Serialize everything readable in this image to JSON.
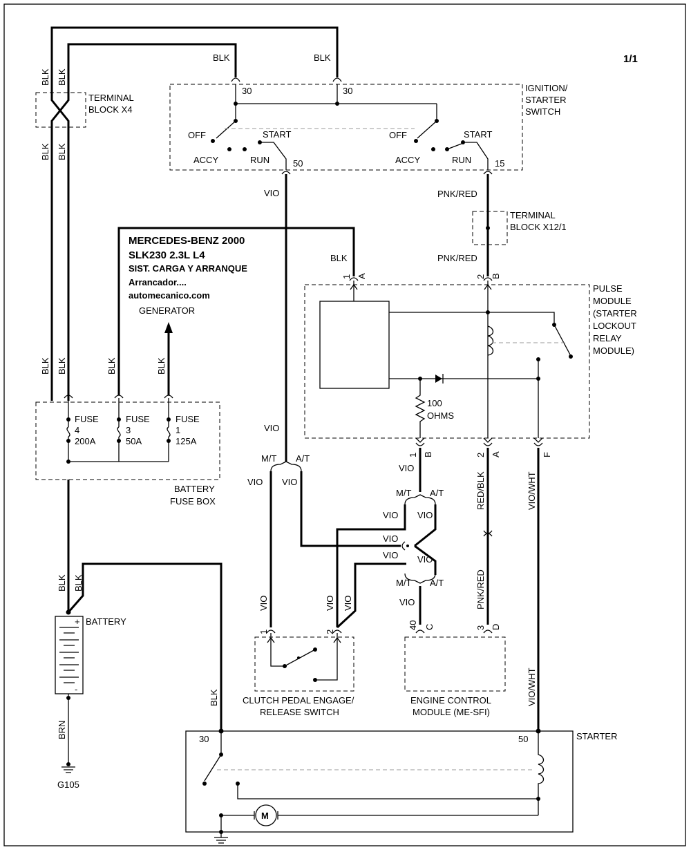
{
  "page": {
    "number": "1/1"
  },
  "title": {
    "make": "MERCEDES-BENZ 2000",
    "model": "SLK230  2.3L  L4",
    "system": "SIST. CARGA Y ARRANQUE",
    "subsystem": "Arrancador....",
    "site": "automecanico.com"
  },
  "components": {
    "ignition_switch": {
      "line1": "IGNITION/",
      "line2": "STARTER",
      "line3": "SWITCH",
      "off": "OFF",
      "accy": "ACCY",
      "run": "RUN",
      "start": "START",
      "term30": "30",
      "term50": "50",
      "term15": "15"
    },
    "terminal_x4": {
      "line1": "TERMINAL",
      "line2": "BLOCK X4"
    },
    "terminal_x12": {
      "line1": "TERMINAL",
      "line2": "BLOCK X12/1"
    },
    "pulse_module": {
      "line1": "PULSE",
      "line2": "MODULE",
      "line3": "(STARTER",
      "line4": "LOCKOUT",
      "line5": "RELAY",
      "line6": "MODULE)",
      "resistor_value": "100",
      "resistor_unit": "OHMS"
    },
    "generator": "GENERATOR",
    "fuse_box": {
      "line1": "BATTERY",
      "line2": "FUSE BOX",
      "fuses": [
        {
          "label": "FUSE",
          "number": "4",
          "rating": "200A"
        },
        {
          "label": "FUSE",
          "number": "3",
          "rating": "50A"
        },
        {
          "label": "FUSE",
          "number": "1",
          "rating": "125A"
        }
      ]
    },
    "battery": {
      "label": "BATTERY",
      "plus": "+",
      "minus": "-"
    },
    "ground": "G105",
    "clutch_switch": {
      "line1": "CLUTCH PEDAL ENGAGE/",
      "line2": "RELEASE SWITCH"
    },
    "ecm": {
      "line1": "ENGINE CONTROL",
      "line2": "MODULE (ME-SFI)"
    },
    "starter": {
      "label": "STARTER",
      "term30": "30",
      "term50": "50",
      "motor": "M"
    }
  },
  "wires": {
    "blk": "BLK",
    "vio": "VIO",
    "pnk_red": "PNK/RED",
    "red_blk": "RED/BLK",
    "vio_wht": "VIO/WHT",
    "brn": "BRN"
  },
  "connectors": {
    "mt": "M/T",
    "at": "A/T",
    "pins": {
      "p1": "1",
      "p2": "2",
      "p3": "3",
      "p40": "40",
      "a": "A",
      "b": "B",
      "c": "C",
      "d": "D",
      "f": "F"
    }
  }
}
